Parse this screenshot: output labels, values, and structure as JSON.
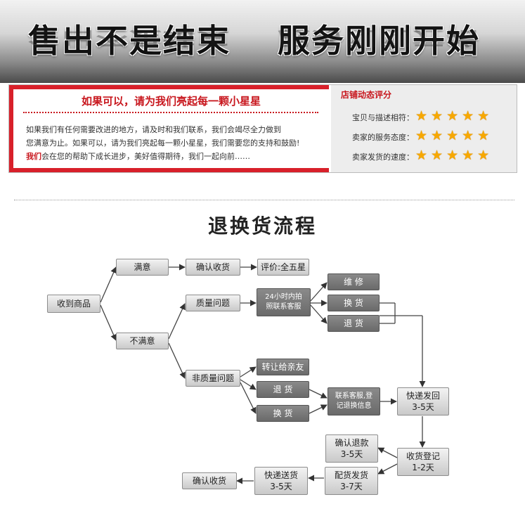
{
  "banner": {
    "left_text": "售出不是结束",
    "right_text": "服务刚刚开始"
  },
  "panel": {
    "slogan": "如果可以，请为我们亮起每一颗小星星",
    "paragraph_line1": "如果我们有任何需要改进的地方，请及时和我们联系，我们会竭尽全力做到",
    "paragraph_line2": "您满意为止。如果可以，请为我们亮起每一颗小星星，我们需要您的支持和鼓励!",
    "paragraph_line3_bold": "我们",
    "paragraph_line3_rest": "会在您的帮助下成长进步，美好值得期待，我们一起向前……",
    "rating_title": "店铺动态评分",
    "ratings": [
      {
        "label": "宝贝与描述相符：",
        "stars": 5
      },
      {
        "label": "卖家的服务态度：",
        "stars": 5
      },
      {
        "label": "卖家发货的速度：",
        "stars": 5
      }
    ],
    "star_glyphs": "★★★★★"
  },
  "process": {
    "title": "退换货流程",
    "nodes": {
      "received": "收到商品",
      "satisfied": "满意",
      "confirm1": "确认收货",
      "review": "评价:全五星",
      "unsatisfied": "不满意",
      "quality": "质量问题",
      "photo_1": "24小时内拍",
      "photo_2": "照联系客服",
      "repair": "维 修",
      "exchange1": "换 货",
      "return1": "退 货",
      "non_quality": "非质量问题",
      "transfer": "转让给亲友",
      "return2": "退 货",
      "exchange2": "换 货",
      "contact_1": "联系客服,登",
      "contact_2": "记退换信息",
      "express_back_1": "快递发回",
      "express_back_2": "3-5天",
      "refund_1": "确认退款",
      "refund_2": "3-5天",
      "register_1": "收货登记",
      "register_2": "1-2天",
      "dispatch_1": "配货发货",
      "dispatch_2": "3-7天",
      "ship_1": "快递送货",
      "ship_2": "3-5天",
      "confirm2": "确认收货"
    }
  }
}
